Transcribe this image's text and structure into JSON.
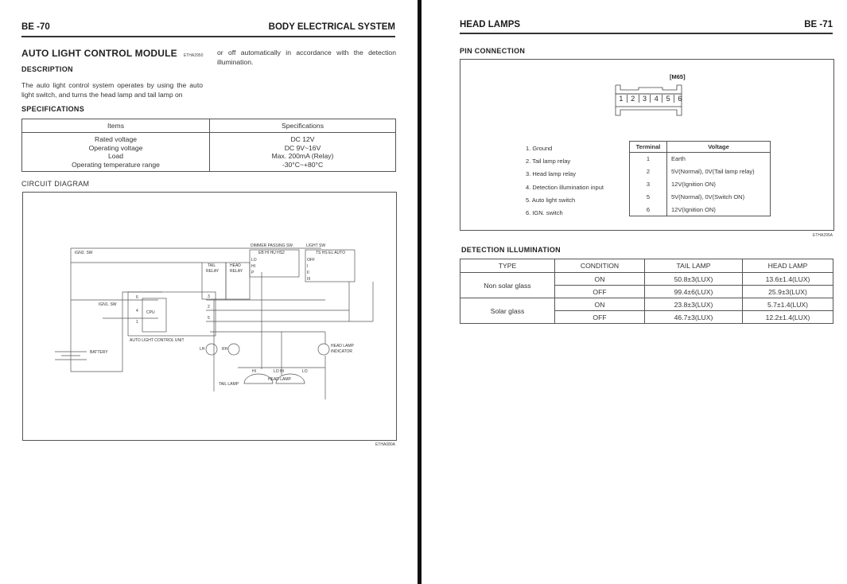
{
  "left_page": {
    "page_number": "BE -70",
    "section_title": "BODY ELECTRICAL SYSTEM",
    "module_title": "AUTO LIGHT CONTROL MODULE",
    "module_code": "ETHA2950",
    "description_heading": "DESCRIPTION",
    "description_text": "The auto light control system operates by using the auto light switch, and turns the head lamp and tail lamp on",
    "description_continued": "or off automatically in accordance with the detection illumination.",
    "specifications_heading": "SPECIFICATIONS",
    "spec_table": {
      "headers": [
        "Items",
        "Specifications"
      ],
      "rows": [
        [
          "Rated voltage",
          "DC 12V"
        ],
        [
          "Operating voltage",
          "DC 9V~16V"
        ],
        [
          "Load",
          "Max. 200mA (Relay)"
        ],
        [
          "Operating temperature range",
          "-30°C~+80°C"
        ]
      ]
    },
    "circuit_heading": "CIRCUIT DIAGRAM",
    "circuit_code": "ETHA080A",
    "circuit_labels": {
      "ign2": "IGN2. SW",
      "ign1": "IGN1. SW",
      "battery": "BATTERY",
      "cpu": "CPU",
      "unit": "AUTO LIGHT CONTROL UNIT",
      "tail_relay": "TAIL",
      "tail_relay2": "RELAY",
      "head_relay": "HEAD",
      "head_relay2": "RELAY",
      "dimmer": "DIMMER PASSING SW",
      "light_sw": "LIGHT SW",
      "tail_lamp": "TAIL LAMP",
      "head_lamp": "HEAD LAMP",
      "indicator": "HEAD LAMP",
      "indicator2": "INDICATOR",
      "lh": "LH",
      "rh": "RH",
      "hi": "HI",
      "lo": "LO",
      "lohi": "LO HI",
      "pins": [
        "6",
        "4",
        "1",
        "3",
        "2",
        "5"
      ],
      "dimmer_cols": [
        "EB",
        "HI",
        "HU",
        "HS2"
      ],
      "dimmer_rows": [
        "LO",
        "HI",
        "P"
      ],
      "light_cols": [
        "TS",
        "HS",
        "EL",
        "AUTO"
      ],
      "light_rows": [
        "OFF",
        "I",
        "II",
        "III"
      ]
    }
  },
  "right_page": {
    "page_number": "BE -71",
    "section_title": "HEAD LAMPS",
    "pin_heading": "PIN CONNECTION",
    "connector_name": "[M65]",
    "connector_pins": [
      "1",
      "2",
      "3",
      "4",
      "5",
      "6"
    ],
    "pin_list": [
      "1. Ground",
      "2. Tail lamp relay",
      "3. Head lamp relay",
      "4. Detection illumination input",
      "5. Auto light switch",
      "6. IGN. switch"
    ],
    "terminal_table": {
      "headers": [
        "Terminal",
        "Voltage"
      ],
      "rows": [
        [
          "1",
          "Earth"
        ],
        [
          "2",
          "5V(Normal), 0V(Tail lamp relay)"
        ],
        [
          "3",
          "12V(Ignition ON)"
        ],
        [
          "5",
          "5V(Normal), 0V(Switch ON)"
        ],
        [
          "6",
          "12V(Ignition ON)"
        ]
      ]
    },
    "pin_code": "ETHA295A",
    "detection_heading": "DETECTION ILLUMINATION",
    "detection_table": {
      "headers": [
        "TYPE",
        "CONDITION",
        "TAIL LAMP",
        "HEAD LAMP"
      ],
      "groups": [
        {
          "type": "Non solar glass",
          "rows": [
            [
              "ON",
              "50.8±3(LUX)",
              "13.6±1.4(LUX)"
            ],
            [
              "OFF",
              "99.4±6(LUX)",
              "25.9±3(LUX)"
            ]
          ]
        },
        {
          "type": "Solar glass",
          "rows": [
            [
              "ON",
              "23.8±3(LUX)",
              "5.7±1.4(LUX)"
            ],
            [
              "OFF",
              "46.7±3(LUX)",
              "12.2±1.4(LUX)"
            ]
          ]
        }
      ]
    }
  }
}
